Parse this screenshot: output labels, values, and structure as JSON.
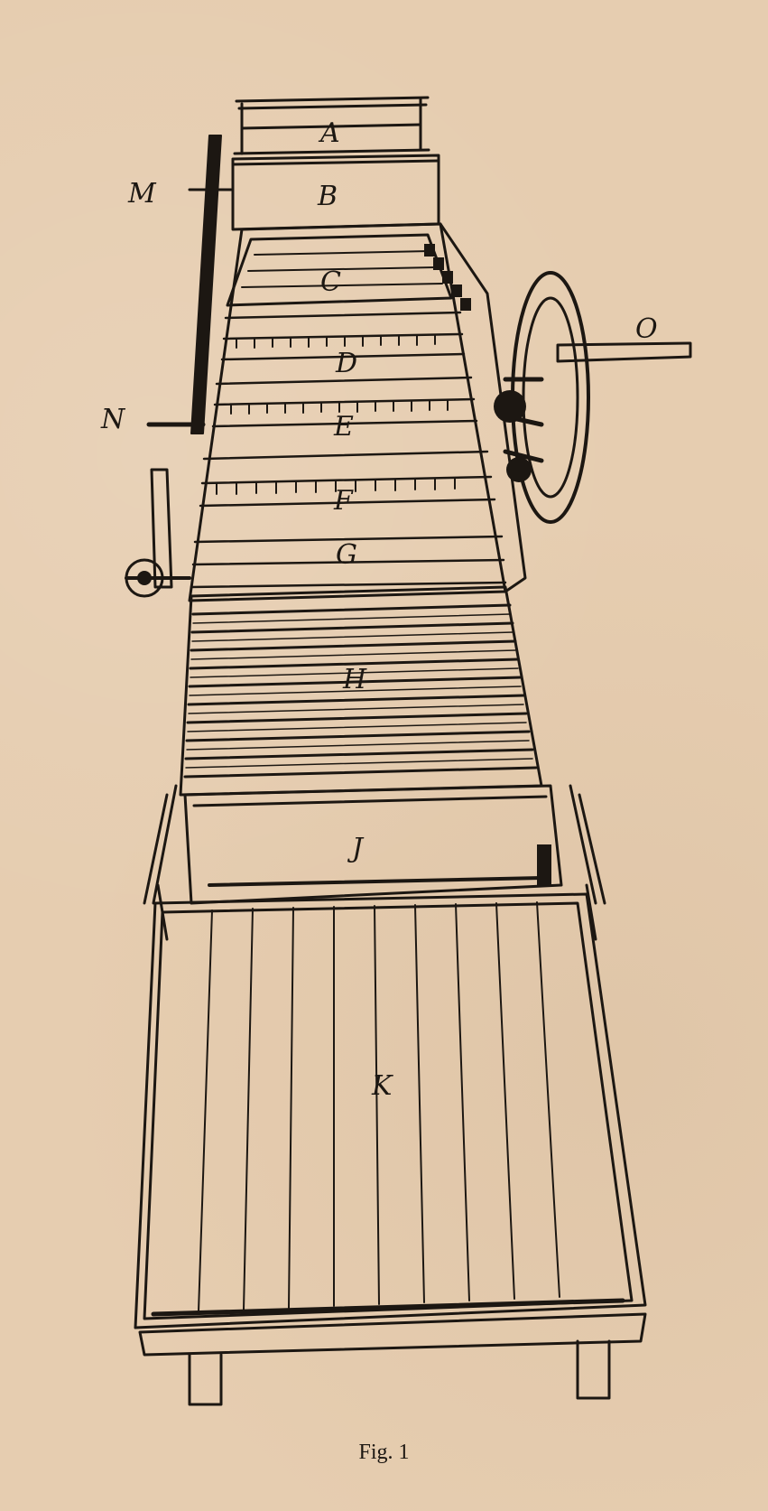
{
  "labels": {
    "A": "A",
    "B": "B",
    "C": "C",
    "D": "D",
    "E": "E",
    "F": "F",
    "G": "G",
    "H": "H",
    "J": "J",
    "K": "K",
    "M": "M",
    "N": "N",
    "O": "O"
  },
  "caption": "Fig. 1",
  "colors": {
    "paper": "#e6cdb0",
    "ink": "#1c1712"
  }
}
